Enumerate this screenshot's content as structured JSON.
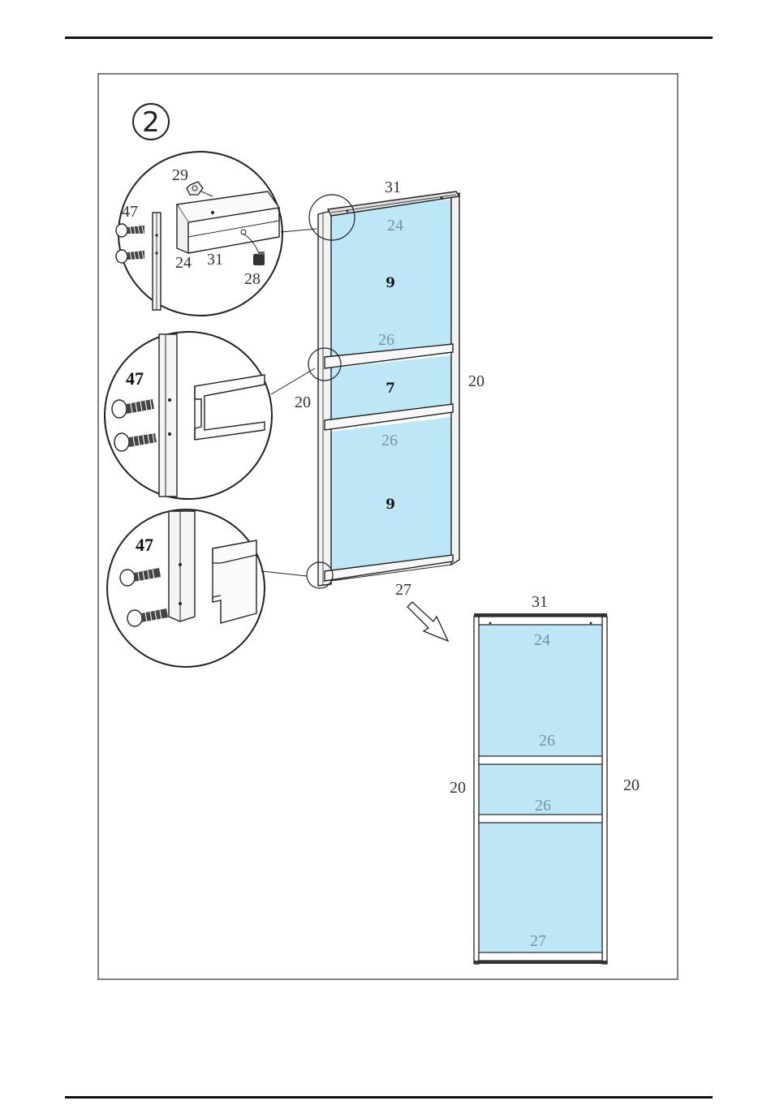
{
  "step": {
    "number": "2"
  },
  "colors": {
    "glass": "#bde6f6",
    "glass_light": "#c9ecfa",
    "frame": "#222222"
  },
  "detail_top": {
    "labels": [
      "29",
      "47",
      "24",
      "31",
      "28"
    ]
  },
  "detail_middle": {
    "labels": [
      "47"
    ]
  },
  "detail_bottom": {
    "labels": [
      "47"
    ]
  },
  "assembly": {
    "top_rail": "31",
    "top_profile": "24",
    "upper_panel": "9",
    "upper_divider": "26",
    "middle_panel": "7",
    "lower_divider": "26",
    "lower_panel": "9",
    "left_post": "20",
    "right_post": "20",
    "bottom_rail": "27"
  },
  "result": {
    "top_rail": "31",
    "top_profile": "24",
    "upper_divider": "26",
    "lower_divider": "26",
    "left_post": "20",
    "right_post": "20",
    "bottom_rail": "27"
  }
}
